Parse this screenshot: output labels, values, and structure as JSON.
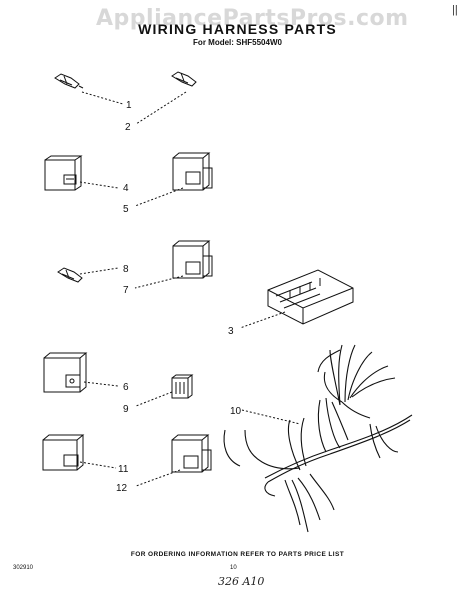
{
  "header": {
    "watermark": "AppliancePartsPros.com",
    "title": "WIRING HARNESS PARTS",
    "subtitle": "For Model: SHF5504W0",
    "corner_mark": "||"
  },
  "callouts": [
    "1",
    "2",
    "3",
    "4",
    "5",
    "6",
    "7",
    "8",
    "9",
    "10",
    "11",
    "12"
  ],
  "footer": {
    "note": "FOR ORDERING INFORMATION REFER TO PARTS PRICE LIST",
    "doc_code": "302910",
    "page_no": "10",
    "handwritten": "326 A10"
  }
}
